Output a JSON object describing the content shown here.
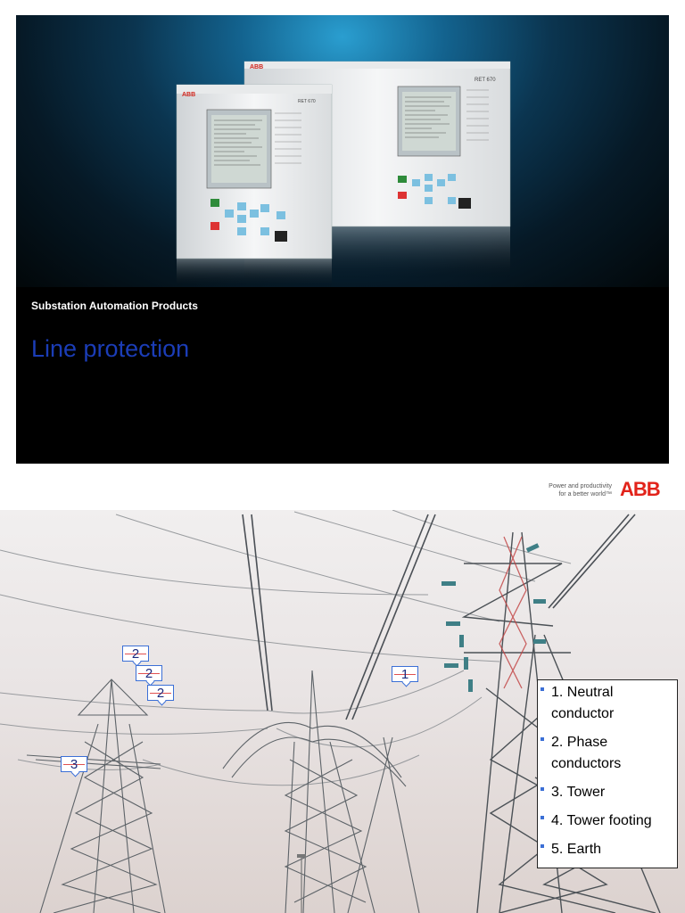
{
  "slide1": {
    "subtitle": "Substation Automation Products",
    "title": "Line protection",
    "devices": [
      {
        "model": "RET 670",
        "brand": "ABB"
      },
      {
        "model": "RET 670",
        "brand": "ABB"
      }
    ]
  },
  "slide2": {
    "slogan_line1": "Power and productivity",
    "slogan_line2": "for a better world™",
    "logo": "ABB",
    "labels": [
      "2",
      "2",
      "2",
      "1",
      "3"
    ],
    "legend": [
      "1. Neutral conductor",
      "2. Phase conductors",
      "3. Tower",
      "4. Tower footing",
      "5. Earth"
    ]
  },
  "colors": {
    "title_blue": "#1b3db7",
    "abb_red": "#e2231a",
    "callout_border": "#3b6fd6"
  }
}
